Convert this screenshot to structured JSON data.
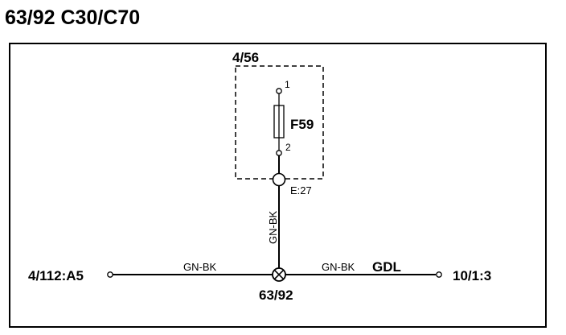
{
  "title": "63/92 C30/C70",
  "component_box": {
    "id": "4/56"
  },
  "fuse": {
    "label": "F59",
    "pin_top": "1",
    "pin_bottom": "2"
  },
  "junction_top": {
    "label": "E:27"
  },
  "ground_point": {
    "label": "63/92"
  },
  "wires": {
    "vertical_color": "GN-BK",
    "left_color": "GN-BK",
    "right_color": "GN-BK",
    "right_tag": "GDL"
  },
  "connectors": {
    "left": "4/112:A5",
    "right": "10/1:3"
  }
}
